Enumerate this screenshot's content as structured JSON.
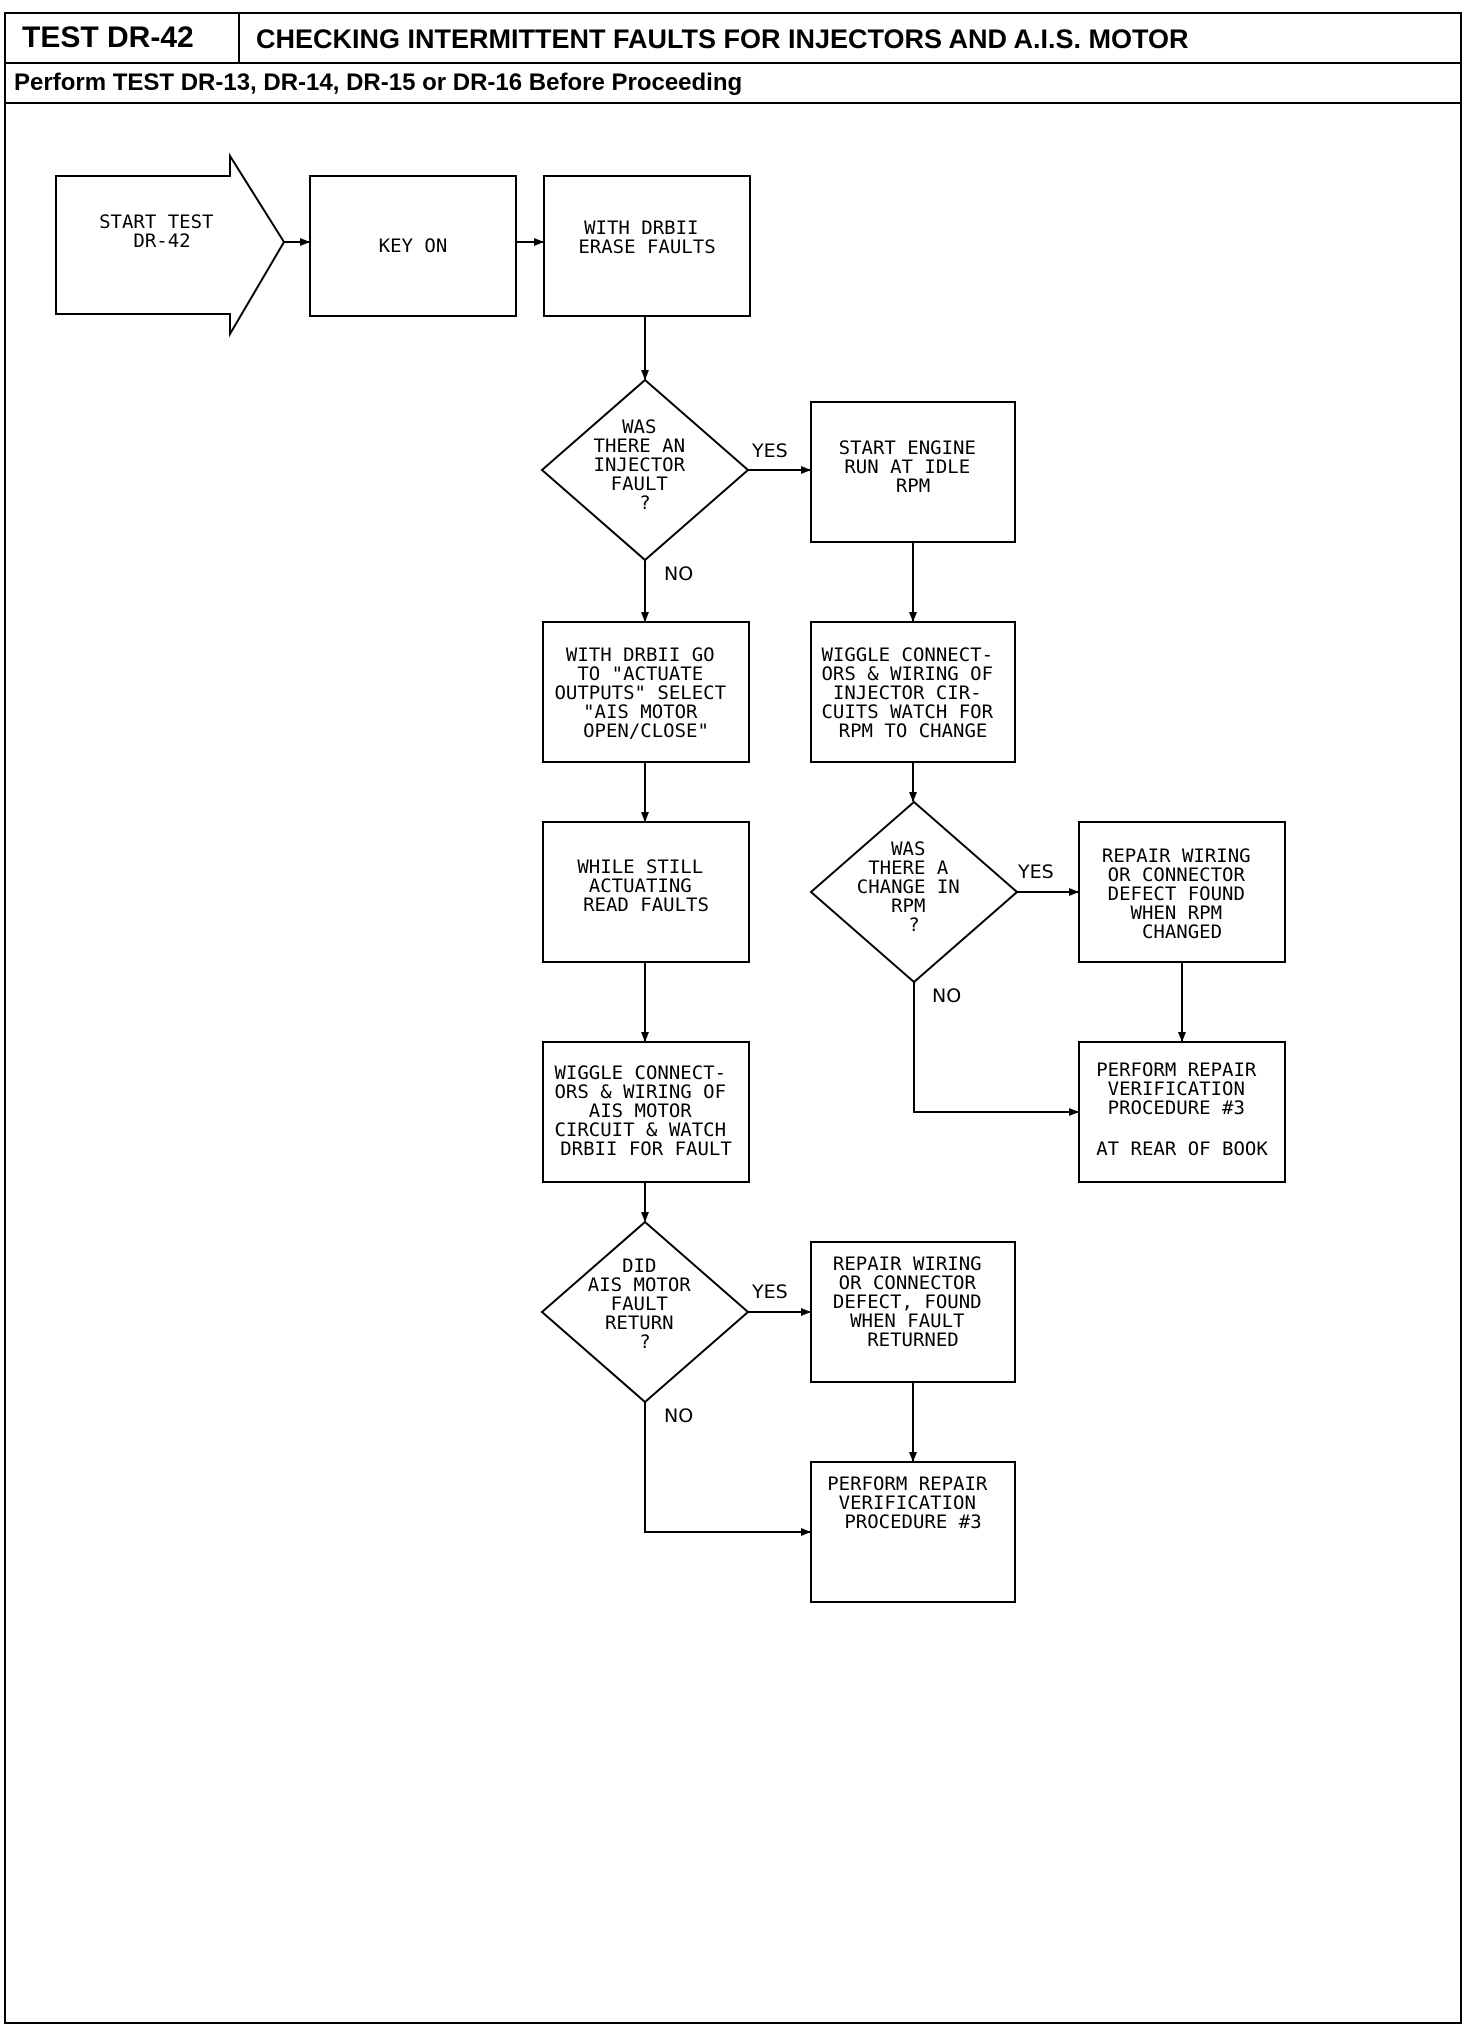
{
  "header": {
    "test_id": "TEST DR-42",
    "title": "CHECKING INTERMITTENT FAULTS FOR INJECTORS AND A.I.S. MOTOR",
    "prerequisite": "Perform TEST DR-13, DR-14, DR-15 or DR-16 Before Proceeding"
  },
  "flowchart": {
    "nodes": {
      "start": [
        "START TEST",
        "DR-42"
      ],
      "key_on": [
        "KEY ON"
      ],
      "erase_faults": [
        "WITH DRBII",
        "ERASE FAULTS"
      ],
      "q_injector": [
        "WAS",
        "THERE AN",
        "INJECTOR",
        "FAULT",
        "?"
      ],
      "start_engine": [
        "START ENGINE",
        "RUN AT IDLE",
        "RPM"
      ],
      "actuate_ais": [
        "WITH DRBII GO",
        "TO \"ACTUATE",
        "OUTPUTS\" SELECT",
        "\"AIS MOTOR",
        "OPEN/CLOSE\""
      ],
      "wiggle_injector": [
        "WIGGLE CONNECT-",
        "ORS & WIRING OF",
        "INJECTOR CIR-",
        "CUITS WATCH FOR",
        "RPM TO CHANGE"
      ],
      "read_faults": [
        "WHILE STILL",
        "ACTUATING",
        "READ FAULTS"
      ],
      "q_rpm": [
        "WAS",
        "THERE A",
        "CHANGE IN",
        "RPM",
        "?"
      ],
      "repair_rpm": [
        "REPAIR WIRING",
        "OR CONNECTOR",
        "DEFECT FOUND",
        "WHEN RPM",
        "CHANGED"
      ],
      "wiggle_ais": [
        "WIGGLE CONNECT-",
        "ORS & WIRING OF",
        "AIS MOTOR",
        "CIRCUIT & WATCH",
        "DRBII FOR FAULT"
      ],
      "verify_top": [
        "PERFORM REPAIR",
        "VERIFICATION",
        "PROCEDURE #3",
        "",
        "AT REAR OF BOOK"
      ],
      "q_ais": [
        "DID",
        "AIS MOTOR",
        "FAULT",
        "RETURN",
        "?"
      ],
      "repair_ais": [
        "REPAIR WIRING",
        "OR CONNECTOR",
        "DEFECT, FOUND",
        "WHEN FAULT",
        "RETURNED"
      ],
      "verify_bottom": [
        "PERFORM REPAIR",
        "VERIFICATION",
        "PROCEDURE #3"
      ]
    },
    "labels": {
      "yes": "YES",
      "no": "NO"
    }
  }
}
